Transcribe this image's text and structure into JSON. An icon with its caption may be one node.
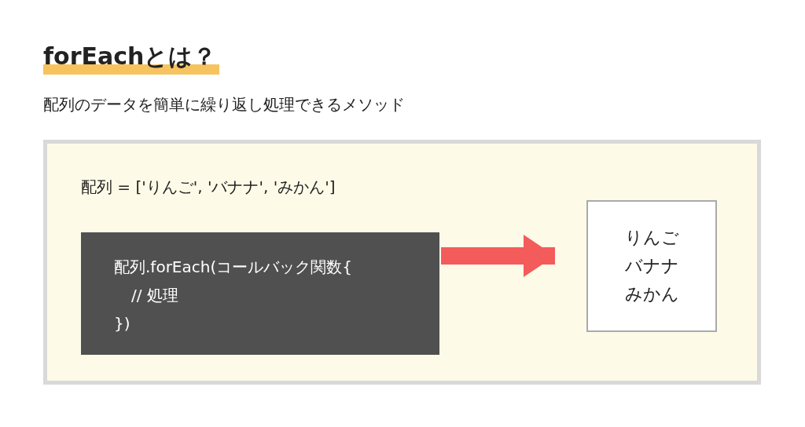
{
  "diagram": {
    "title": "forEachとは？",
    "nodes": [
      {
        "text": [
          "配列 = ['りんご', 'バナナ', 'みかん']"
        ]
      },
      {
        "text": [
          "配列.forEach(コールバック関数{",
          "// 処理",
          "})"
        ],
        "in": 0
      },
      {
        "text": [
          "りんご",
          "バナナ",
          "みかん"
        ],
        "in": 0
      }
    ],
    "edges": [
      {
        "from": 1,
        "to": 2,
        "arrow": "to",
        "color": "#f45b5b"
      }
    ],
    "labels": [
      "配列のデータを簡単に繰り返し処理できるメソッド"
    ]
  }
}
